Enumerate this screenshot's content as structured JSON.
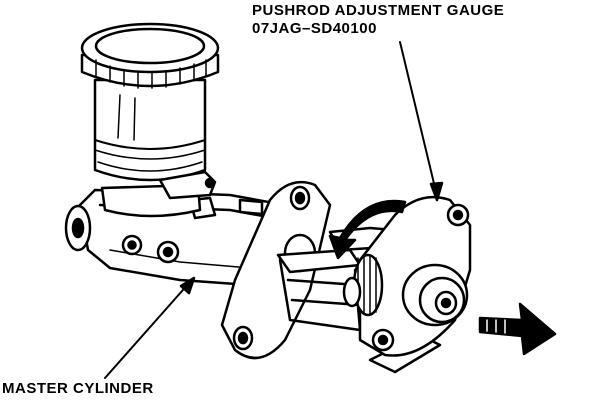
{
  "labels": {
    "gauge_name": "PUSHROD ADJUSTMENT GAUGE",
    "gauge_part_number": "07JAG–SD40100",
    "master_cylinder": "MASTER CYLINDER"
  },
  "colors": {
    "ink": "#000000",
    "paper": "#ffffff"
  }
}
